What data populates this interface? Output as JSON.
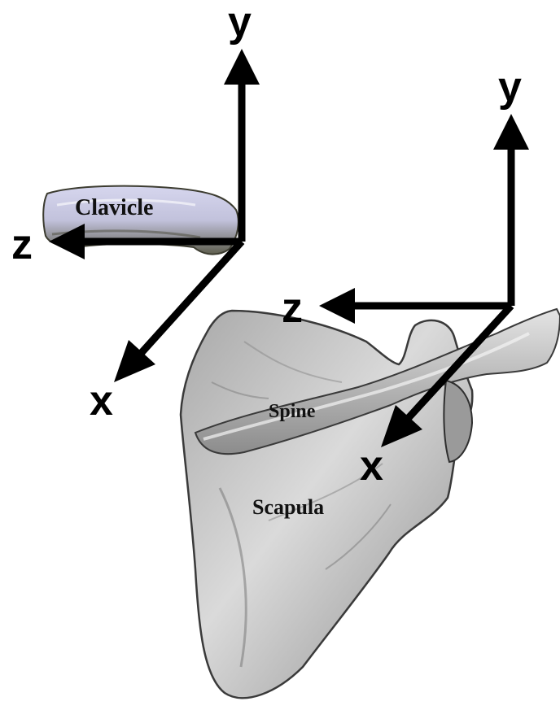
{
  "clavicle": {
    "label": "Clavicle",
    "axes": {
      "x": "x",
      "y": "y",
      "z": "z"
    }
  },
  "scapula": {
    "label": "Scapula",
    "spine_label": "Spine",
    "axes": {
      "x": "x",
      "y": "y",
      "z": "z"
    }
  },
  "colors": {
    "arrow": "#000000",
    "bone_light": "#eeeeee",
    "bone_mid": "#b8b8b8",
    "bone_dark": "#6e6e6e",
    "clavicle_tint": "#c8c8e6"
  }
}
